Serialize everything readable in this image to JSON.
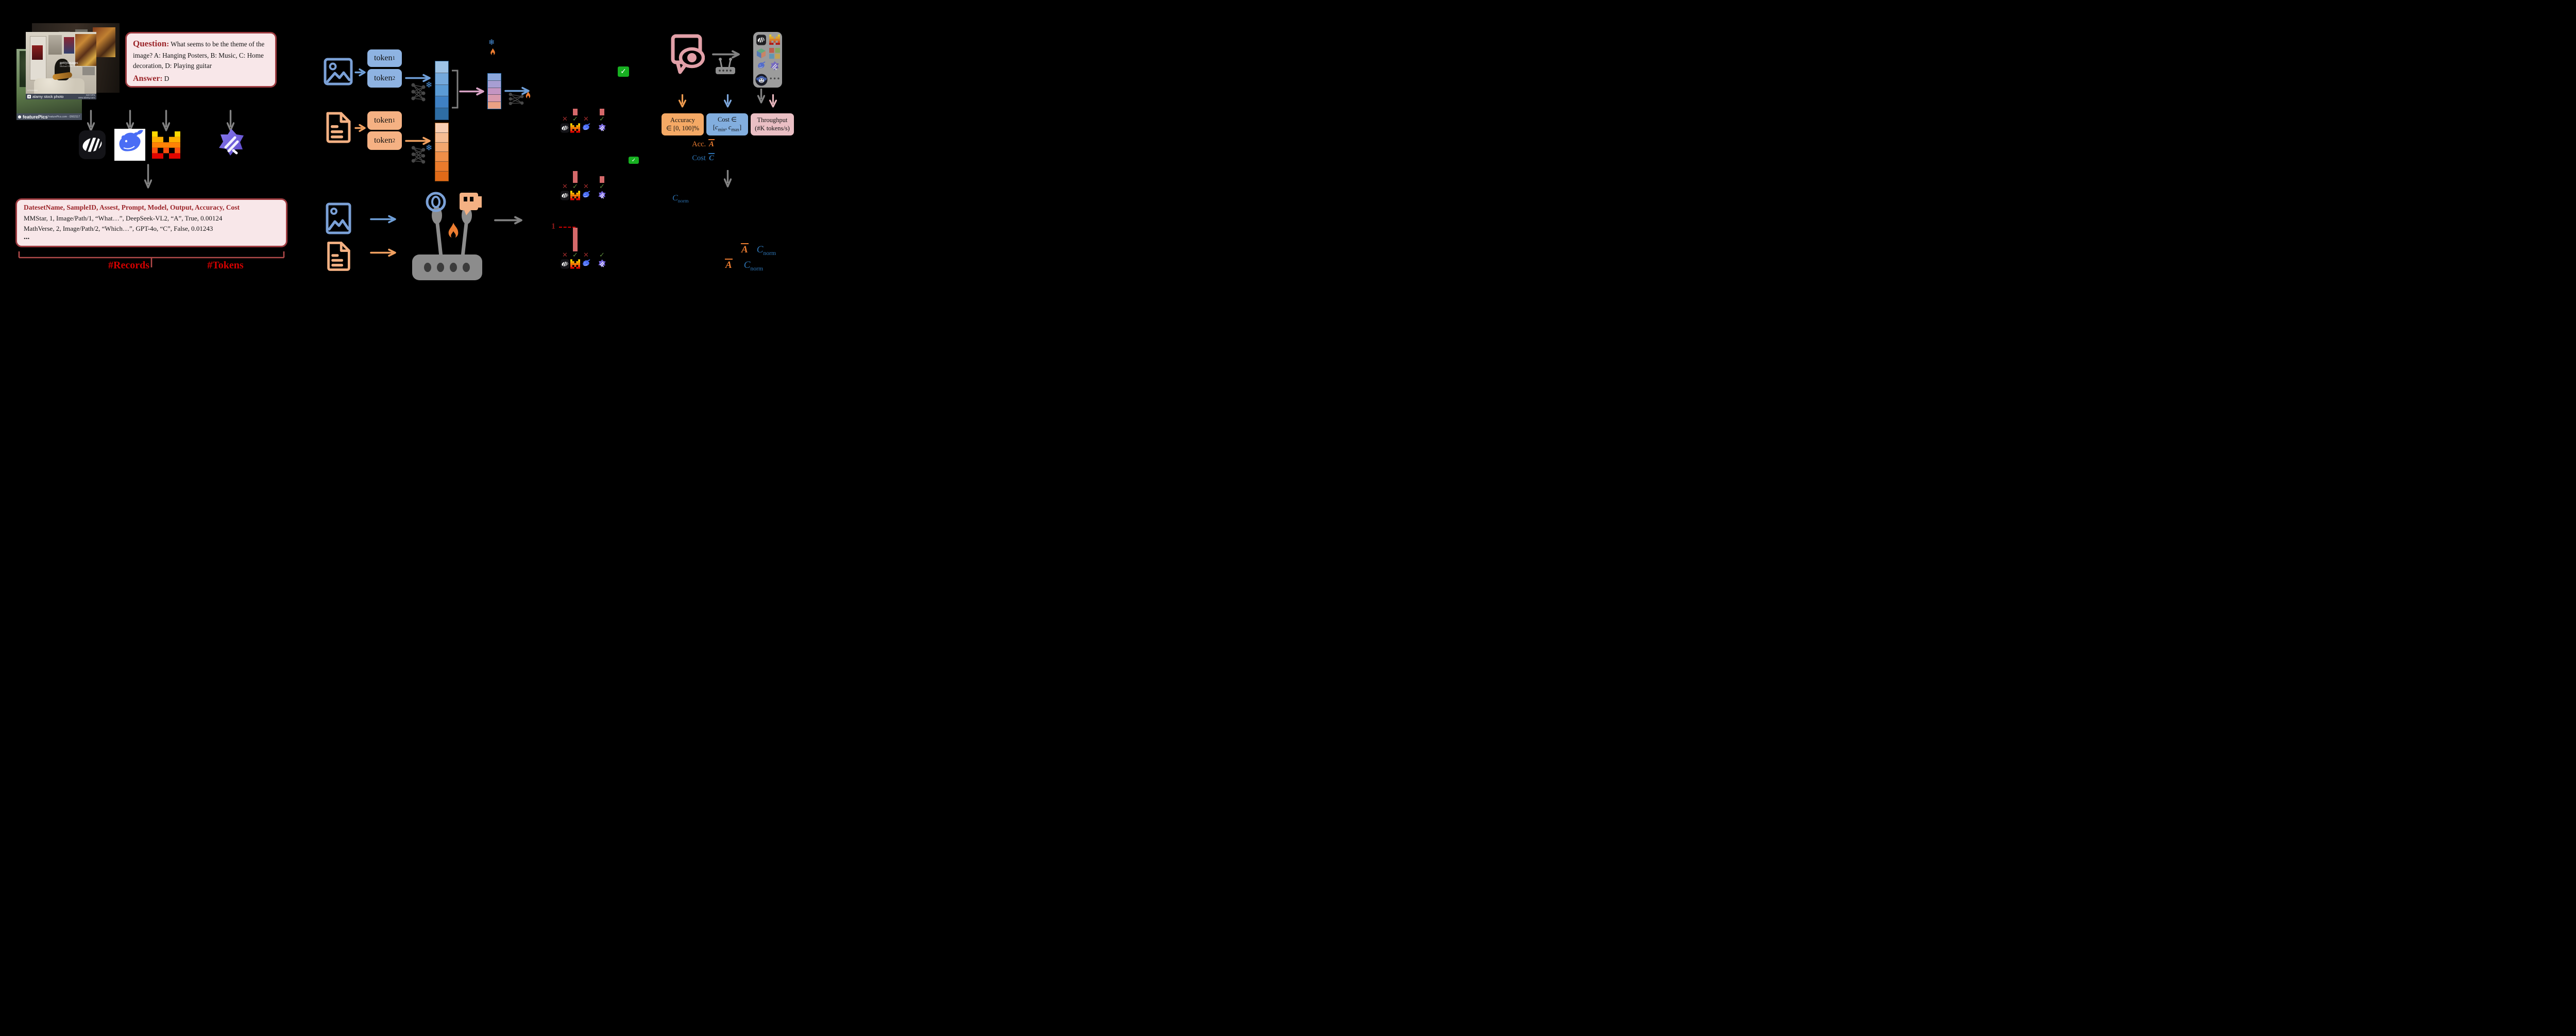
{
  "glyphs": {
    "check": "✓",
    "cross": "✕",
    "snowflake": "❄",
    "more_models": "•••"
  },
  "photo_stack": {
    "alamy_brand": "a",
    "alamy_caption": "alamy stock photo",
    "alamy_code": "KDY3F5",
    "alamy_site": "www.alamy.com",
    "alamy_number": "97590066",
    "getty_line1": "gettyimages",
    "getty_line2": "Michael Ochs Archives",
    "featurepics_brand": "featurePics",
    "featurepics_code": "FeaturePics.com - I2602117"
  },
  "qa_box": {
    "question_label": "Question",
    "colon": ":",
    "question_text": " What seems to be the theme of the image? A: Hanging Posters, B: Music, C: Home decoration, D: Playing guitar",
    "answer_label": "Answer",
    "answer_text": " D"
  },
  "records_box": {
    "header": "DatesetName, SampleID, Assest, Prompt, Model, Output, Accuracy, Cost",
    "rows": [
      "MMStar, 1, Image/Path/1, “What…”, DeepSeek-VL2, “A”, True, 0.00124",
      "MathVerse, 2, Image/Path/2, “Which…”, GPT-4o, “C”, False, 0.01243"
    ],
    "ellipsis": "...",
    "records_label": "#Records",
    "tokens_label": "#Tokens"
  },
  "token_labels": {
    "token": "token",
    "sub1": "1",
    "sub2": "2"
  },
  "encoder": {
    "visual_stack_colors": [
      "#9dc3e6",
      "#74a9dc",
      "#5b9bd5",
      "#3f81c4",
      "#2e6da4"
    ],
    "text_stack_colors": [
      "#f9cfb3",
      "#f6bd93",
      "#f3a76e",
      "#ef8f48",
      "#ea7b2c",
      "#e06a18"
    ],
    "fused_stack_colors": [
      "#8ca7dc",
      "#a79ed3",
      "#c495c2",
      "#d99aae",
      "#eaa184"
    ]
  },
  "mini_charts": {
    "model_order": [
      "minimax",
      "mistral",
      "deepseek",
      "qwen"
    ],
    "bar_color": "#d4696a",
    "rows": [
      {
        "marks": [
          "cross",
          "check",
          "cross",
          "check"
        ],
        "bar_heights": [
          0,
          13,
          0,
          13
        ],
        "axis_tick": ""
      },
      {
        "marks": [
          "cross",
          "check",
          "cross",
          "check"
        ],
        "bar_heights": [
          0,
          23,
          0,
          13
        ],
        "axis_tick": ""
      },
      {
        "marks": [
          "cross",
          "check",
          "cross",
          "check"
        ],
        "bar_heights": [
          0,
          46,
          0,
          0
        ],
        "axis_tick": "1"
      }
    ]
  },
  "metrics": {
    "accuracy_title": "Accuracy",
    "accuracy_range": "∈ [0, 100]%",
    "cost_title": "Cost ∈",
    "bracket_open": "[",
    "cost_var1": "c",
    "cost_min_sub": "min",
    "comma": ", ",
    "cost_var2": "c",
    "cost_max_sub": "max",
    "bracket_close": "]",
    "throughput_title": "Throughput",
    "throughput_unit": "(#K tokens/s)",
    "acc_label": "Acc.",
    "acc_var": "A",
    "cost_label": "Cost",
    "cost_sym": "C",
    "cnorm_var": "C",
    "cnorm_sub": "norm"
  },
  "formula": {
    "a1": "A",
    "c1": "C",
    "c1_sub": "norm",
    "a2": "A",
    "c2": "C",
    "c2_sub": "norm"
  },
  "colors": {
    "accent_red": "#d40000",
    "box_border": "#9d3b40",
    "box_bg": "#f8e7e9",
    "dark_red_text": "#9b2429",
    "bar": "#d4696a",
    "check_green": "#5f8f3e",
    "cross_red": "#9d2b2b",
    "success_green": "#17b021",
    "blue": "#7ba1d7",
    "orange": "#f4a96a",
    "pink": "#e2a0a8",
    "gray": "#828282"
  }
}
